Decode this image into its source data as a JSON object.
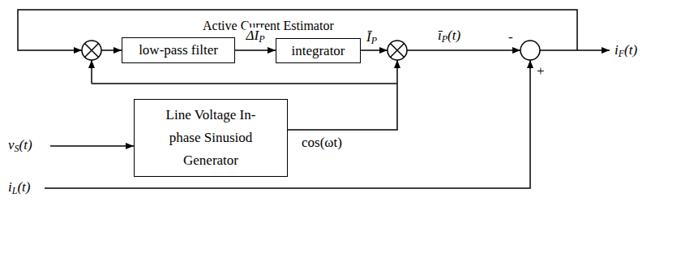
{
  "diagram": {
    "nodes": [
      {
        "text": [
          "low-pass filter"
        ]
      },
      {
        "text": [
          "integrator"
        ]
      },
      {
        "text": [
          "Line Voltage In-phase Sinusiod Generator"
        ]
      }
    ],
    "edges": [
      {
        "from": 0,
        "to": 1,
        "arrow": "to",
        "label": "ΔIP"
      }
    ],
    "labels": [
      "Active Current Estimator",
      "ĪP",
      "īP(t)",
      "-",
      "iF(t)",
      "cos(ωt)",
      "vS(t)",
      "iL(t)",
      "+"
    ]
  }
}
